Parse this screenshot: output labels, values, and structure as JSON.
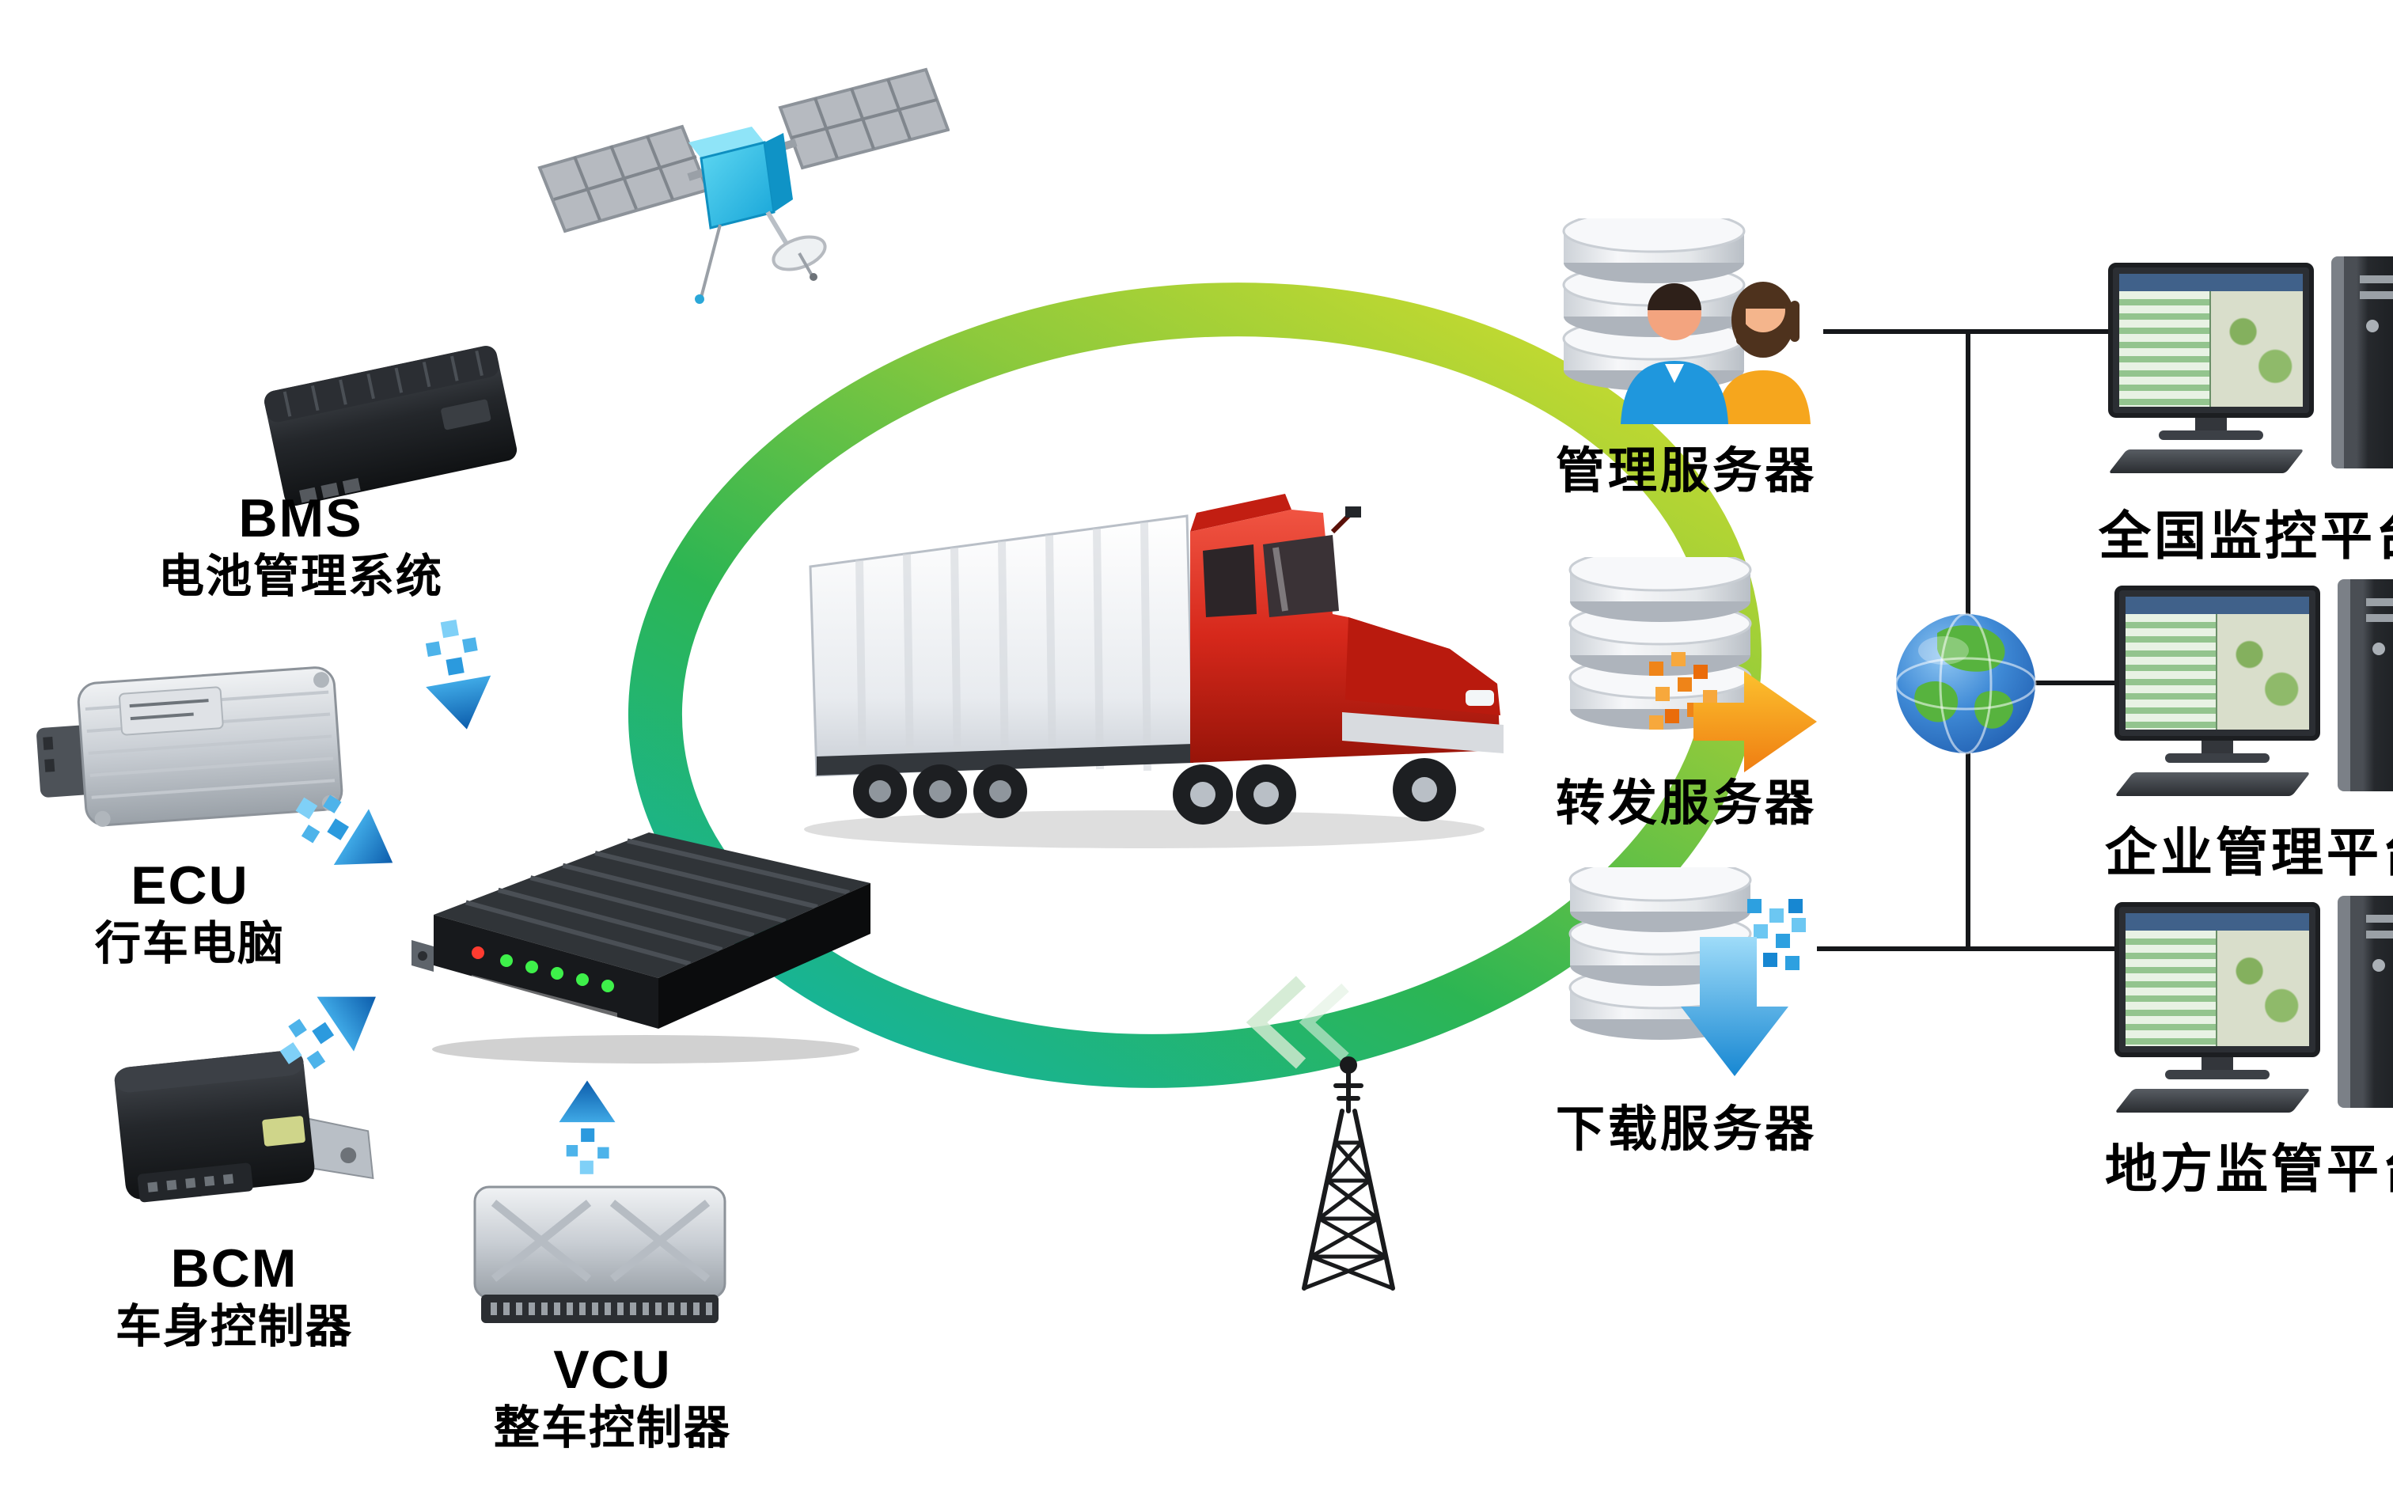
{
  "diagram": {
    "vehicle_modules": [
      {
        "id": "bms",
        "title": "BMS",
        "subtitle": "电池管理系统"
      },
      {
        "id": "ecu",
        "title": "ECU",
        "subtitle": "行车电脑"
      },
      {
        "id": "bcm",
        "title": "BCM",
        "subtitle": "车身控制器"
      },
      {
        "id": "vcu",
        "title": "VCU",
        "subtitle": "整车控制器"
      }
    ],
    "servers": [
      {
        "id": "management",
        "label": "管理服务器"
      },
      {
        "id": "forward",
        "label": "转发服务器"
      },
      {
        "id": "download",
        "label": "下载服务器"
      }
    ],
    "platforms": [
      {
        "id": "national",
        "label": "全国监控平台"
      },
      {
        "id": "enterprise",
        "label": "企业管理平台"
      },
      {
        "id": "local",
        "label": "地方监管平台"
      }
    ],
    "icons": {
      "satellite-icon": "gps satellite with solar panels",
      "orbit-ring": "green-to-yellow communication ellipse",
      "truck-icon": "red-cab truck with white trailer",
      "telematics-terminal-icon": "black on-board terminal with status LEDs",
      "radio-tower-icon": "lattice antenna mast",
      "database-icon": "stacked disk cylinder",
      "admin-users-icon": "two operator figures",
      "forward-arrow-icon": "orange right arrow with data pixels",
      "download-arrow-icon": "blue down arrow with data pixels",
      "globe-icon": "internet globe",
      "workstation-icon": "monitor with pc tower and keyboard",
      "data-flow-arrow-icon": "blue dotted data arrow"
    },
    "colors": {
      "ring_teal": "#0eb4b4",
      "ring_green": "#2cb553",
      "ring_yellow": "#dce12b",
      "data_arrow_blue": "#1f8fd6",
      "forward_orange": "#f08019",
      "download_blue": "#2da0e0",
      "truck_red": "#d6281b",
      "text": "#000000"
    }
  }
}
